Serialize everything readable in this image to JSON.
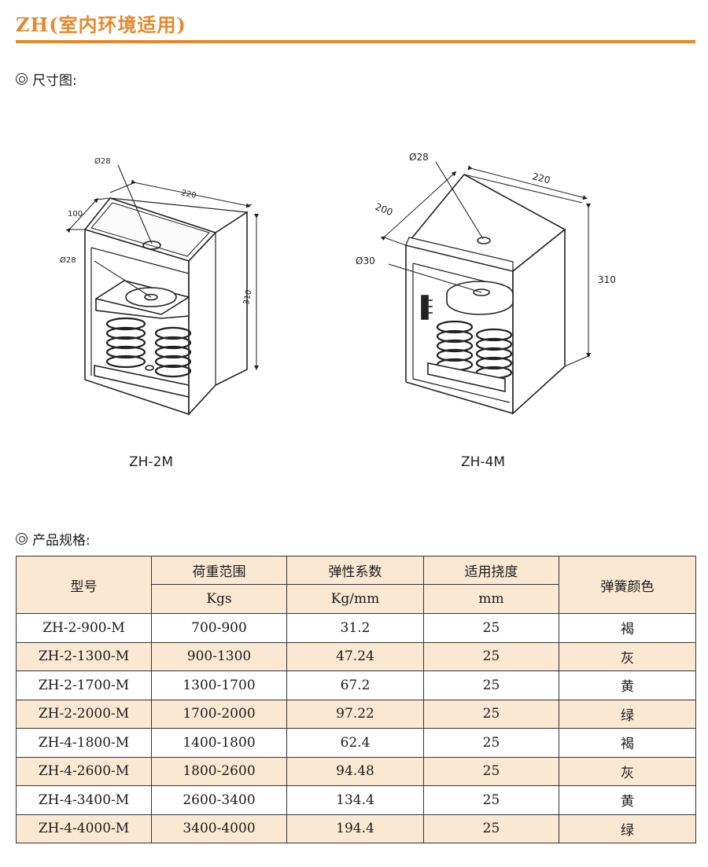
{
  "header": {
    "title": "ZH(室内环境适用)"
  },
  "section_dimensions": {
    "label": "尺寸图:"
  },
  "drawing_left": {
    "model": "ZH-2M",
    "dim_top_hole": "Ø28",
    "dim_plate_hole": "Ø28",
    "dim_width": "220",
    "dim_depth": "100",
    "dim_height": "310"
  },
  "drawing_right": {
    "model": "ZH-4M",
    "dim_top_hole": "Ø28",
    "dim_plate_hole": "Ø30",
    "dim_width": "220",
    "dim_depth": "200",
    "dim_height": "310"
  },
  "section_specs": {
    "label": "产品规格:"
  },
  "table": {
    "headers": {
      "model": "型号",
      "load": "荷重范围",
      "load_unit": "Kgs",
      "stiffness": "弹性系数",
      "stiffness_unit": "Kg/mm",
      "deflection": "适用挠度",
      "deflection_unit": "mm",
      "color": "弹簧颜色"
    },
    "rows": [
      {
        "model": "ZH-2-900-M",
        "load": "700-900",
        "stiffness": "31.2",
        "deflection": "25",
        "color": "褐"
      },
      {
        "model": "ZH-2-1300-M",
        "load": "900-1300",
        "stiffness": "47.24",
        "deflection": "25",
        "color": "灰"
      },
      {
        "model": "ZH-2-1700-M",
        "load": "1300-1700",
        "stiffness": "67.2",
        "deflection": "25",
        "color": "黄"
      },
      {
        "model": "ZH-2-2000-M",
        "load": "1700-2000",
        "stiffness": "97.22",
        "deflection": "25",
        "color": "绿"
      },
      {
        "model": "ZH-4-1800-M",
        "load": "1400-1800",
        "stiffness": "62.4",
        "deflection": "25",
        "color": "褐"
      },
      {
        "model": "ZH-4-2600-M",
        "load": "1800-2600",
        "stiffness": "94.48",
        "deflection": "25",
        "color": "灰"
      },
      {
        "model": "ZH-4-3400-M",
        "load": "2600-3400",
        "stiffness": "134.4",
        "deflection": "25",
        "color": "黄"
      },
      {
        "model": "ZH-4-4000-M",
        "load": "3400-4000",
        "stiffness": "194.4",
        "deflection": "25",
        "color": "绿"
      }
    ]
  },
  "colors": {
    "accent": "#e6892b",
    "row_tint": "#fbe8d2"
  }
}
